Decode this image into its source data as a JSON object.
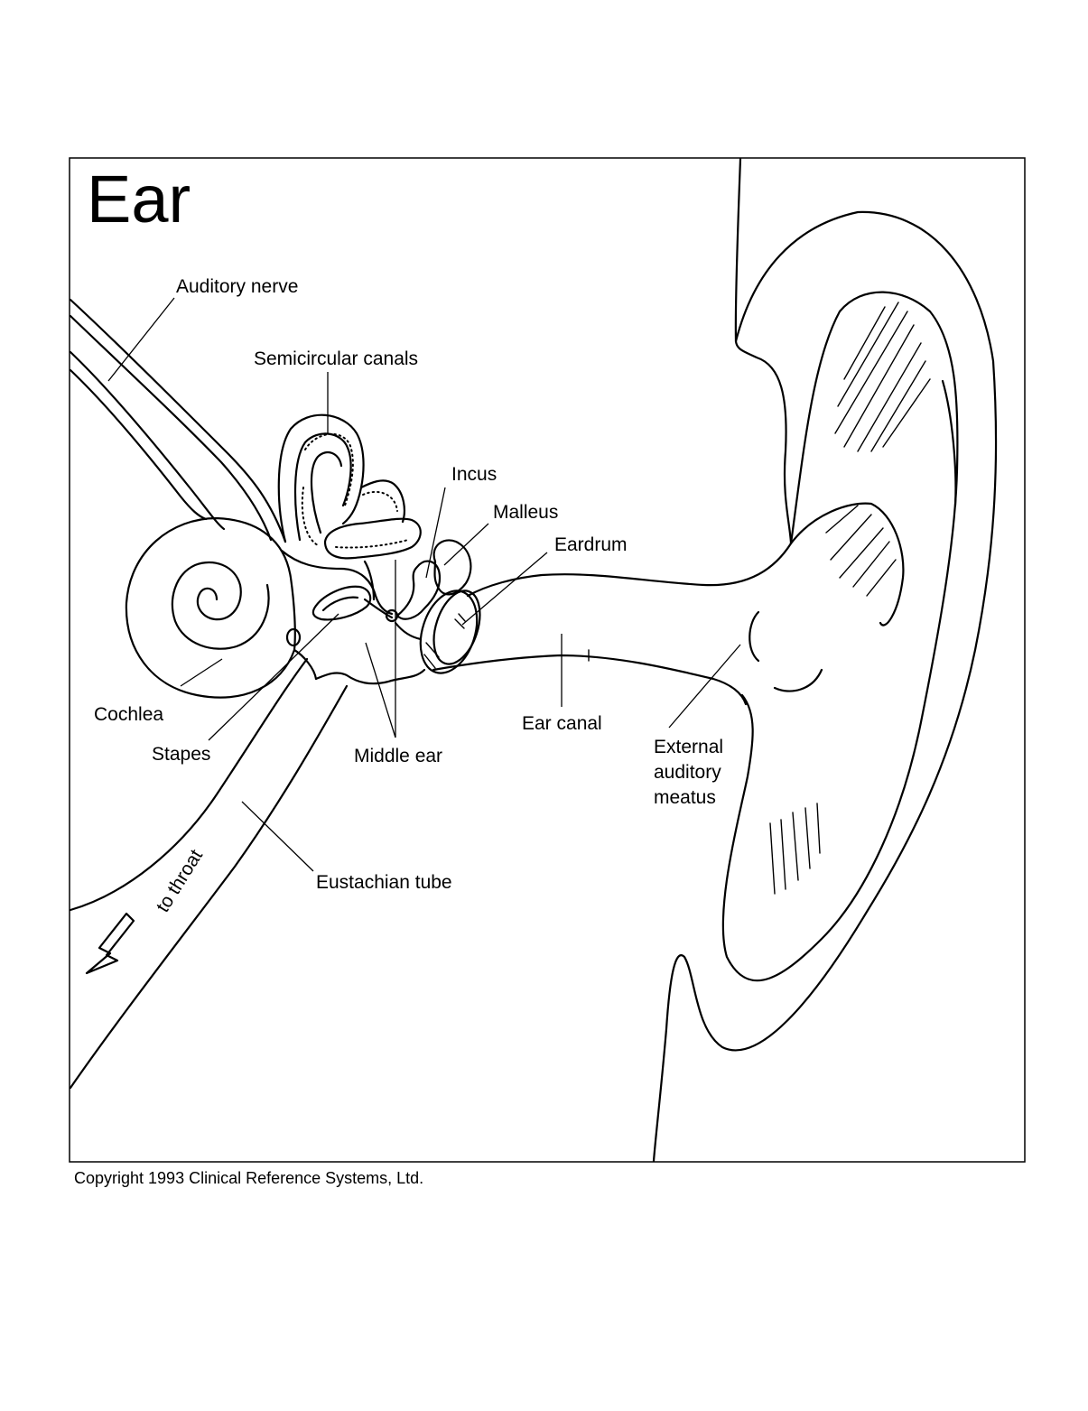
{
  "title": "Ear",
  "labels": {
    "auditory_nerve": "Auditory nerve",
    "semicircular_canals": "Semicircular canals",
    "incus": "Incus",
    "malleus": "Malleus",
    "eardrum": "Eardrum",
    "cochlea": "Cochlea",
    "stapes": "Stapes",
    "middle_ear": "Middle ear",
    "ear_canal": "Ear canal",
    "external_auditory_meatus": [
      "External",
      "auditory",
      "meatus"
    ],
    "eustachian_tube": "Eustachian tube",
    "to_throat": "to throat"
  },
  "copyright": "Copyright 1993 Clinical Reference Systems, Ltd."
}
